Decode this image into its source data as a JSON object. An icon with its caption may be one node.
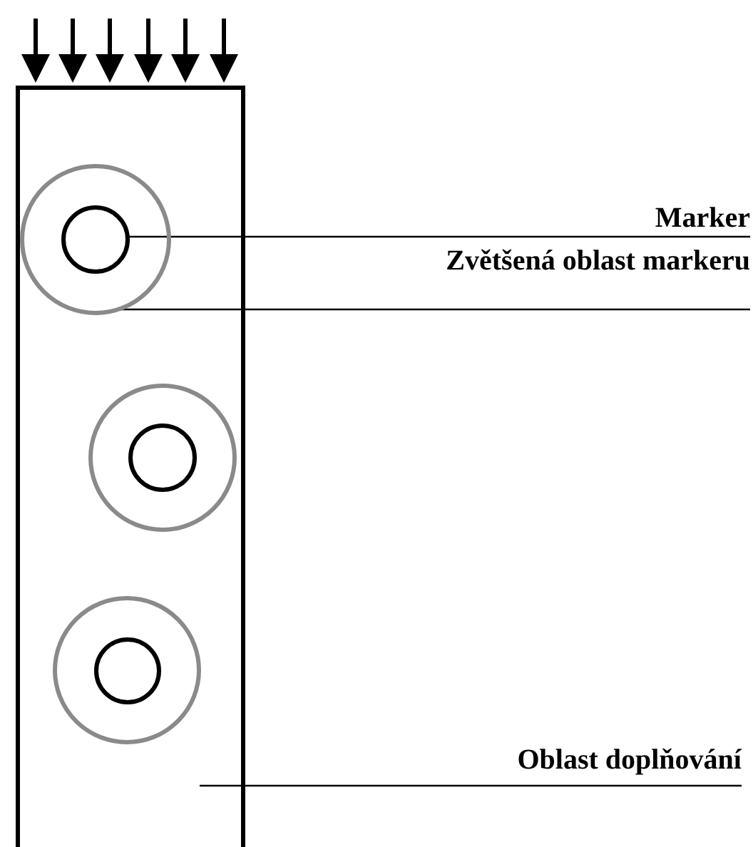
{
  "diagram": {
    "nodes": [
      {
        "text": [],
        "shape": "box"
      },
      {
        "text": [],
        "shape": "circle",
        "in": 0
      },
      {
        "text": [],
        "shape": "circle",
        "in": 1
      },
      {
        "text": [],
        "shape": "circle",
        "in": 0
      },
      {
        "text": [],
        "shape": "circle",
        "in": 3
      },
      {
        "text": [],
        "shape": "circle",
        "in": 0
      },
      {
        "text": [],
        "shape": "circle",
        "in": 5
      },
      {
        "text": [
          "Marker"
        ]
      },
      {
        "text": [
          "Zvětšená oblast markeru"
        ]
      },
      {
        "text": [
          "Oblast doplňování"
        ]
      }
    ],
    "edges": [
      {
        "from": 7,
        "to": 2,
        "arrow": "none"
      },
      {
        "from": 8,
        "to": 1,
        "arrow": "none"
      },
      {
        "from": 9,
        "to": 0,
        "arrow": "none"
      }
    ]
  }
}
